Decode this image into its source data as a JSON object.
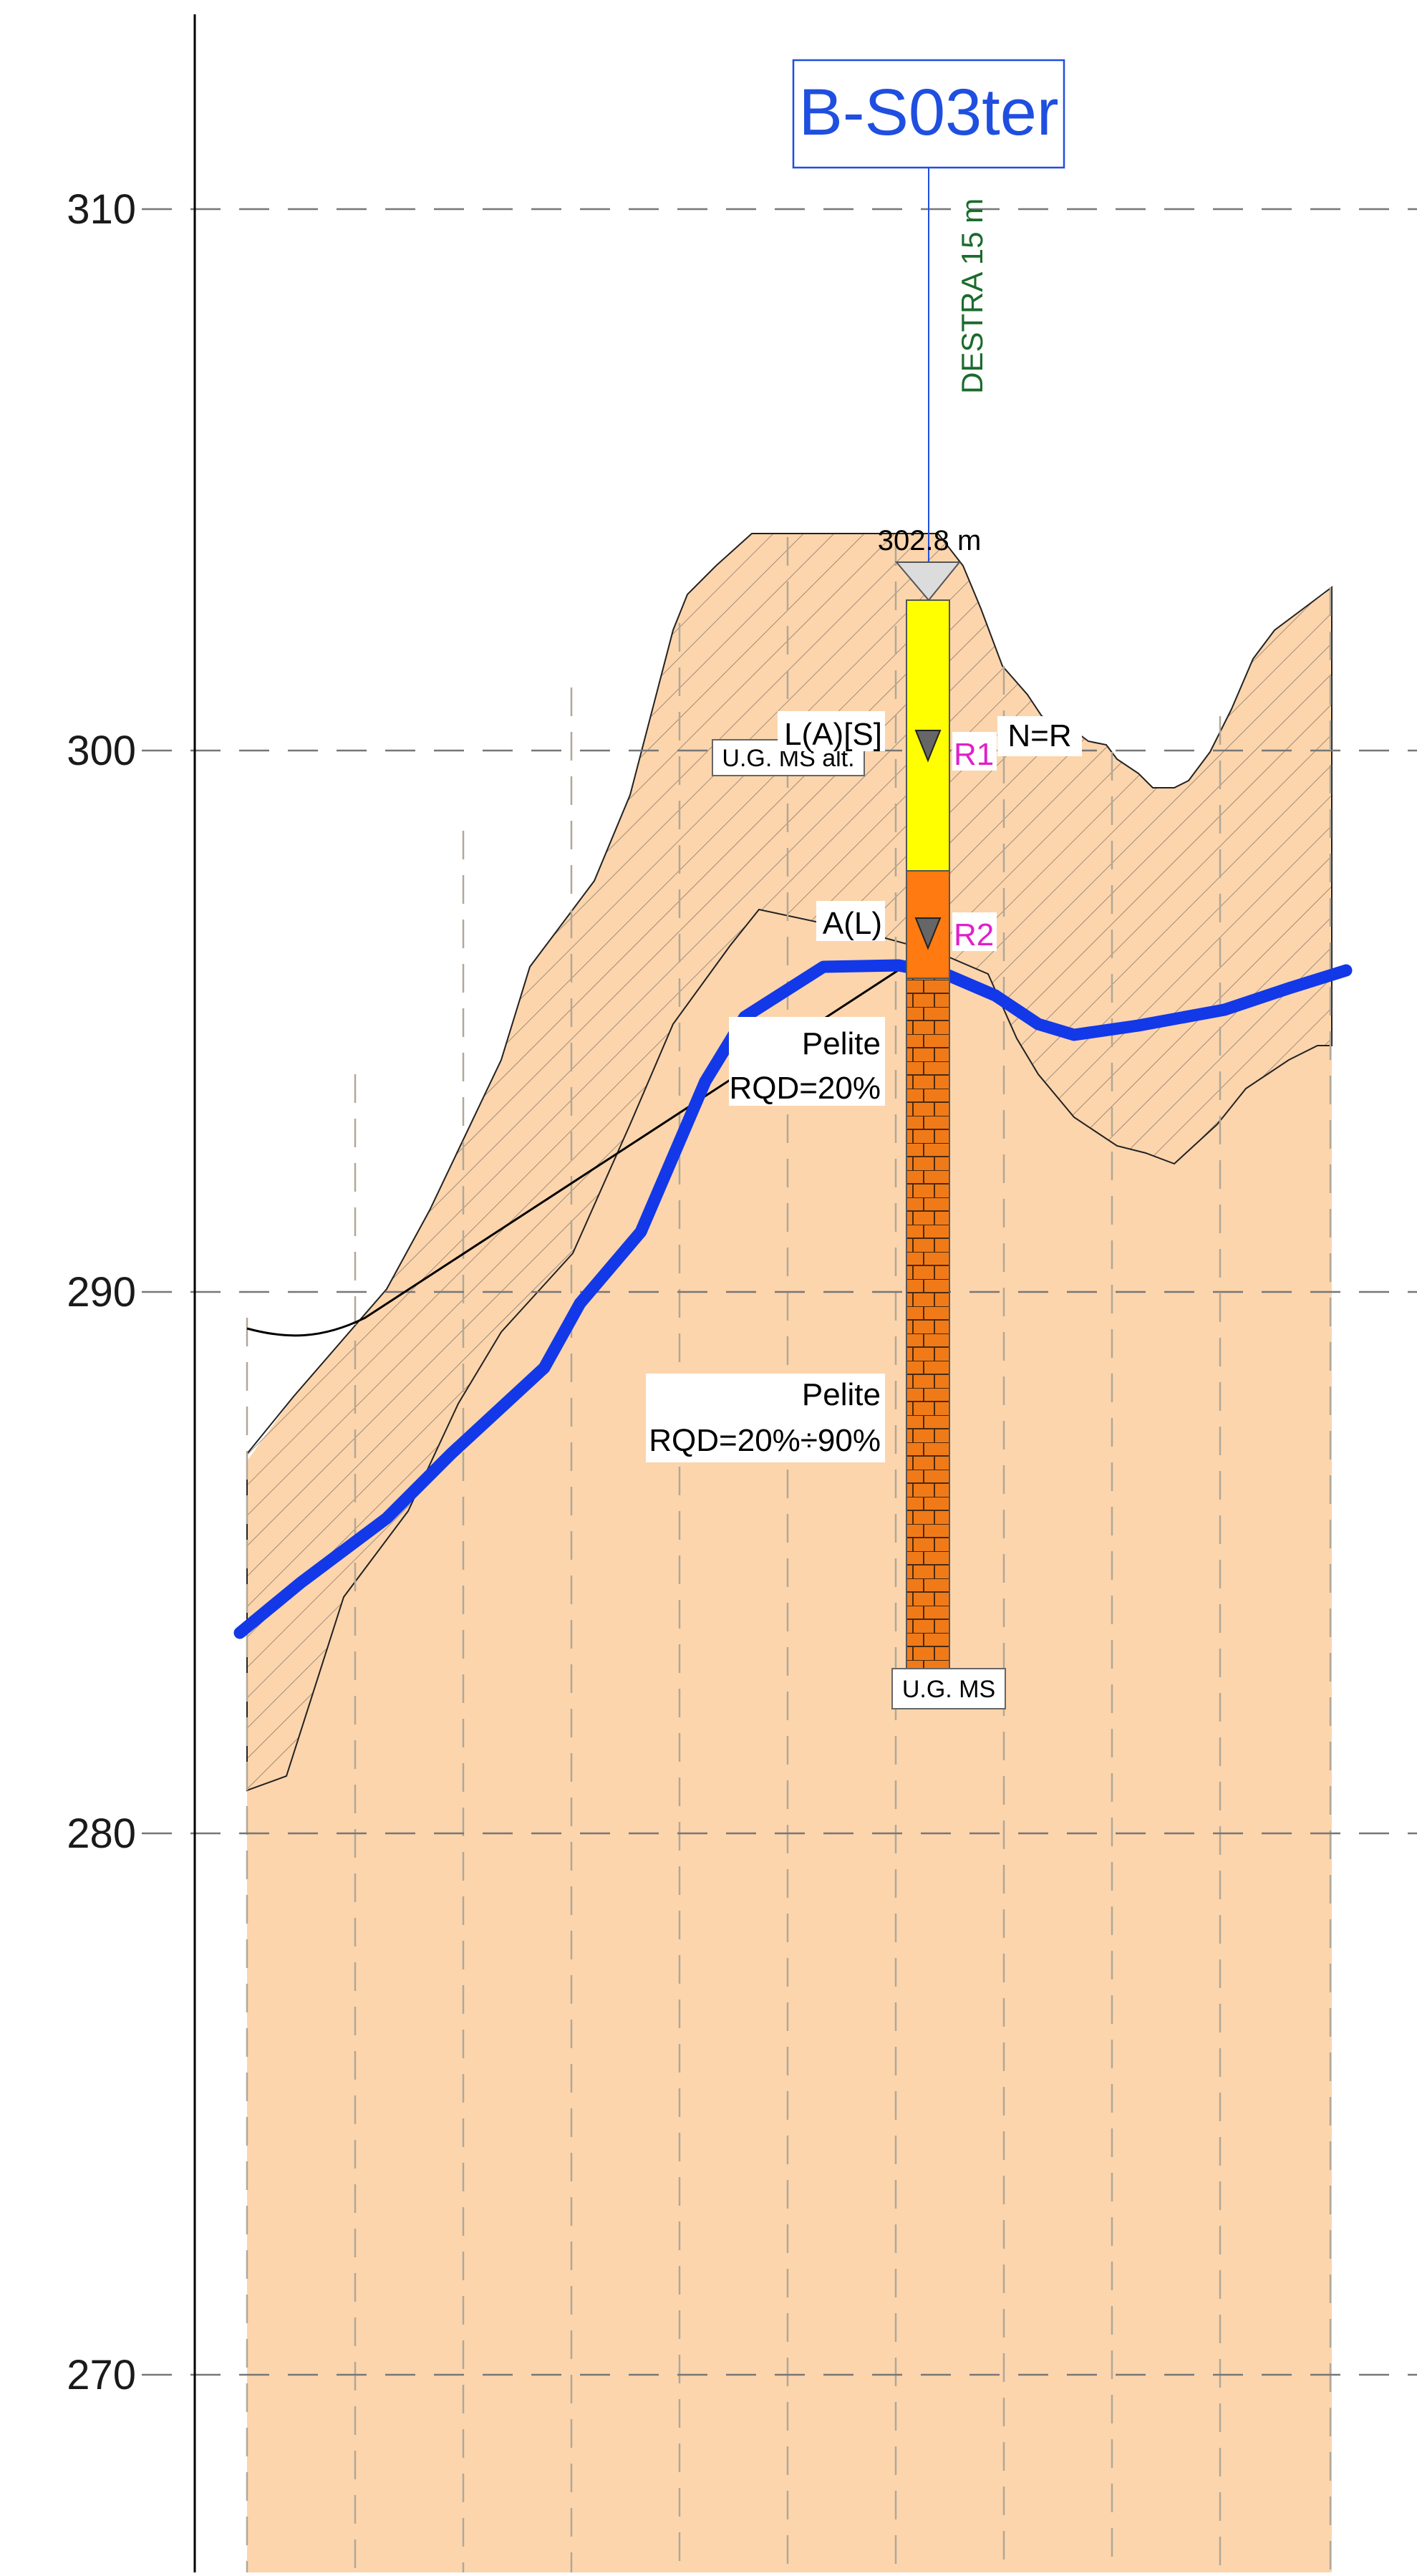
{
  "borehole": {
    "name": "B-S03ter",
    "offset_label": "DESTRA 15 m",
    "ground_elevation_label": "302.8 m",
    "name_color": "#1f4fe0",
    "offset_color": "#1b6b2c"
  },
  "elevation_axis": {
    "ticks": [
      "310",
      "300",
      "290",
      "280",
      "270"
    ],
    "grid": "dashed"
  },
  "units": {
    "upper_unit": "L(A)[S]",
    "upper_unit_tag": "U.G. MS alt.",
    "middle_unit": "A(L)",
    "bottom_tag": "U.G. MS",
    "water_level_note": "N=R"
  },
  "water_readings": [
    {
      "label": "R1",
      "color": "#e020c8"
    },
    {
      "label": "R2",
      "color": "#e020c8"
    }
  ],
  "rock_descriptions": [
    {
      "lithology": "Pelite",
      "rqd": "RQD=20%"
    },
    {
      "lithology": "Pelite",
      "rqd": "RQD=20%÷90%"
    }
  ],
  "colors": {
    "soil_fill": "#fcd5ad",
    "upper_layer": "#ffff00",
    "middle_layer": "#ff7a10",
    "rock_column": "#f07a18",
    "bedrock_line": "#1238e8"
  }
}
